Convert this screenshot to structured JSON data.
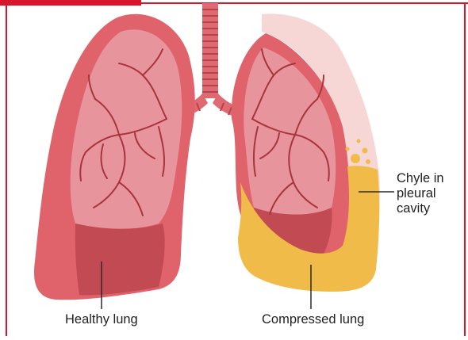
{
  "labels": {
    "healthy": "Healthy lung",
    "compressed": "Compressed lung",
    "chyle_line1": "Chyle in",
    "chyle_line2": "pleural",
    "chyle_line3": "cavity"
  },
  "colors": {
    "frame_red": "#d7162b",
    "lung_outer": "#e0626a",
    "lung_inner": "#e8949c",
    "vessel": "#a8343c",
    "lower_lobe_shade": "#c24a52",
    "chyle_yellow": "#f0bb48",
    "collapsed_space": "#f6d7d5",
    "trachea": "#e06a72"
  }
}
